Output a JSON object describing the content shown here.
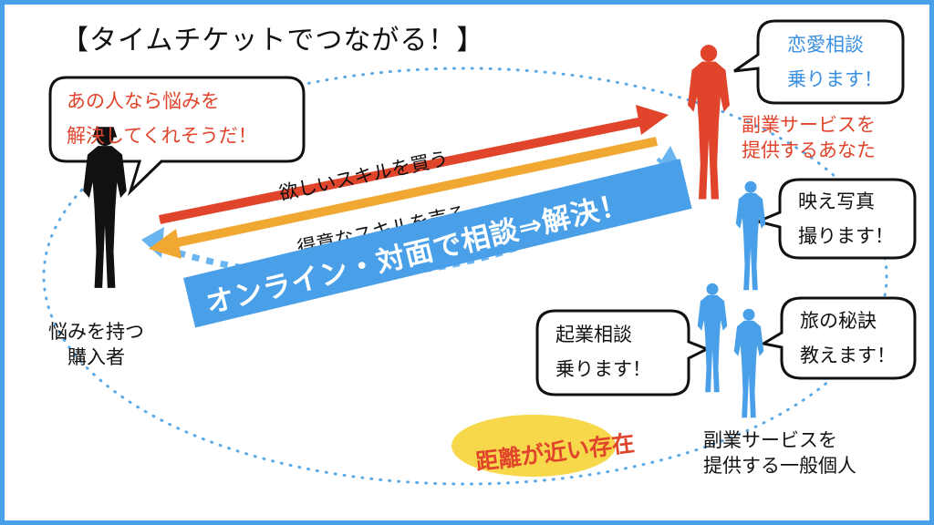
{
  "title": "【タイムチケットでつながる！】",
  "bubbles": {
    "buyer": [
      "あの人なら悩みを",
      "解決してくれそうだ！"
    ],
    "love": [
      "恋愛相談",
      "乗ります！"
    ],
    "photo": [
      "映え写真",
      "撮ります！"
    ],
    "startup": [
      "起業相談",
      "乗ります！"
    ],
    "travel": [
      "旅の秘訣",
      "教えます！"
    ]
  },
  "labels": {
    "buyer": [
      "悩みを持つ",
      "購入者"
    ],
    "seller_you": [
      "副業サービスを",
      "提供するあなた"
    ],
    "seller_general": [
      "副業サービスを",
      "提供する一般個人"
    ]
  },
  "arrows": {
    "buy": "欲しいスキルを買う",
    "sell": "得意なスキルを売る"
  },
  "banner": "オンライン・対面で相談⇒解決！",
  "ellipse": "距離が近い存在",
  "colors": {
    "accent_blue": "#4aa0e8",
    "red": "#e0452c",
    "orange": "#f0a832",
    "yellow": "#f7d84a",
    "dotted": "#5aaae8"
  }
}
